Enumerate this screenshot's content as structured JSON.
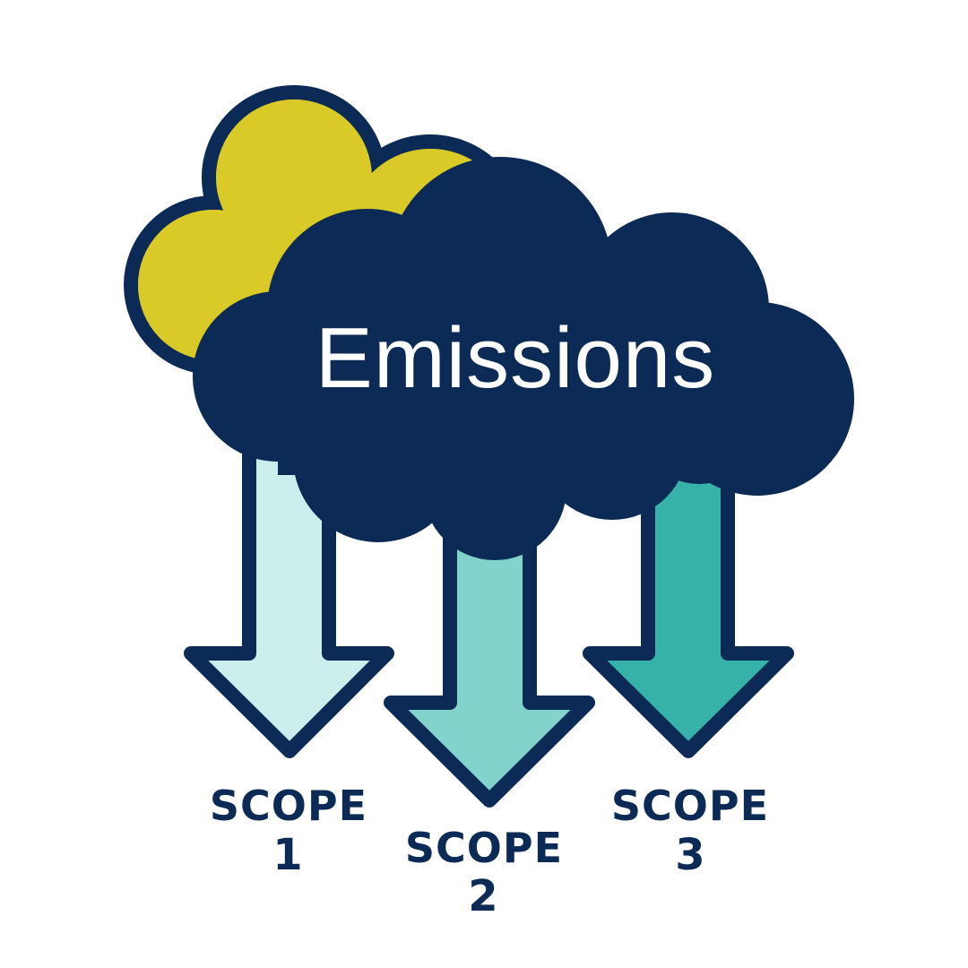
{
  "title": "Emissions",
  "colors": {
    "outline": "#0b2a55",
    "cloud_front": "#0b2a55",
    "cloud_back": "#d9ca28",
    "title_text": "#ffffff",
    "label_text": "#0b2a55",
    "background": "#ffffff"
  },
  "scopes": [
    {
      "word": "SCOPE",
      "number": "1",
      "color": "#ccefee",
      "icon": "down-arrow-icon"
    },
    {
      "word": "SCOPE",
      "number": "2",
      "color": "#82d3cc",
      "icon": "down-arrow-icon"
    },
    {
      "word": "SCOPE",
      "number": "3",
      "color": "#36b2a8",
      "icon": "down-arrow-icon"
    }
  ]
}
